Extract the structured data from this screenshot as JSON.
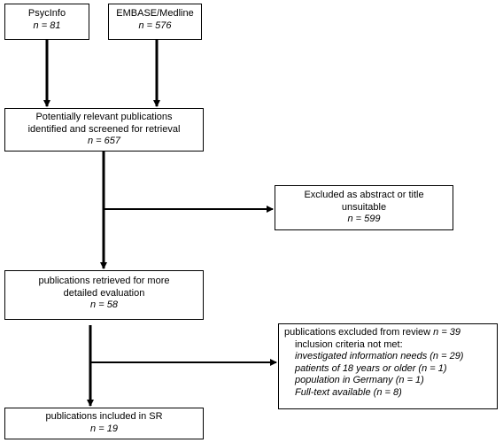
{
  "boxes": {
    "psycinfo": {
      "title": "PsycInfo",
      "n": "n = 81"
    },
    "embase": {
      "title": "EMBASE/Medline",
      "n": "n = 576"
    },
    "screened": {
      "line1": "Potentially relevant publications",
      "line2": "identified and screened for retrieval",
      "n": "n = 657"
    },
    "excluded_abstract": {
      "line1": "Excluded as abstract or title",
      "line2": "unsuitable",
      "n": "n = 599"
    },
    "retrieved": {
      "line1": "publications retrieved for more",
      "line2": "detailed evaluation",
      "n": "n = 58"
    },
    "excluded_review": {
      "heading_text": "publications excluded from review ",
      "heading_n": "n = 39",
      "sub": "inclusion criteria not met:",
      "items": [
        "investigated information needs (n = 29)",
        "patients of 18 years or older (n = 1)",
        "population in Germany (n = 1)",
        "Full-text available (n = 8)"
      ]
    },
    "included": {
      "title": "publications included in SR",
      "n": "n = 19"
    }
  }
}
